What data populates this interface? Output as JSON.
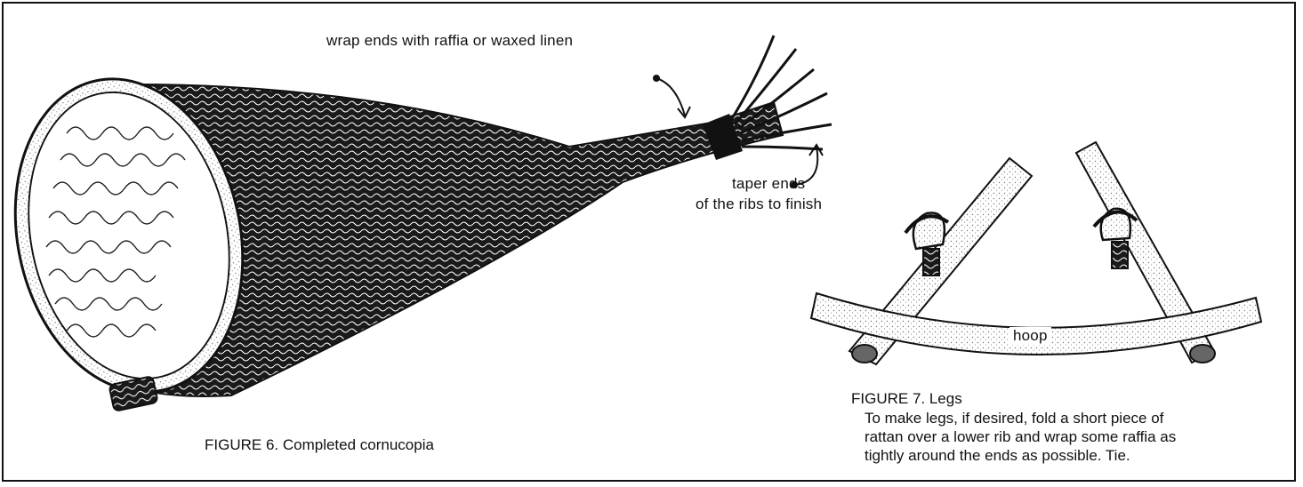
{
  "annotations": {
    "wrap_ends": "wrap ends with raffia or waxed linen",
    "taper_line1": "taper ends",
    "taper_line2": "of the ribs to finish",
    "hoop": "hoop"
  },
  "captions": {
    "figure6": "FIGURE 6. Completed cornucopia",
    "figure7_title": "FIGURE 7. Legs",
    "figure7_line1": "To make legs, if desired, fold a short piece of",
    "figure7_line2": "rattan over a lower rib and wrap some raffia as",
    "figure7_line3": "tightly around the ends as possible. Tie."
  },
  "colors": {
    "ink": "#111111",
    "paper": "#ffffff",
    "stipple": "#9a9a9a"
  }
}
